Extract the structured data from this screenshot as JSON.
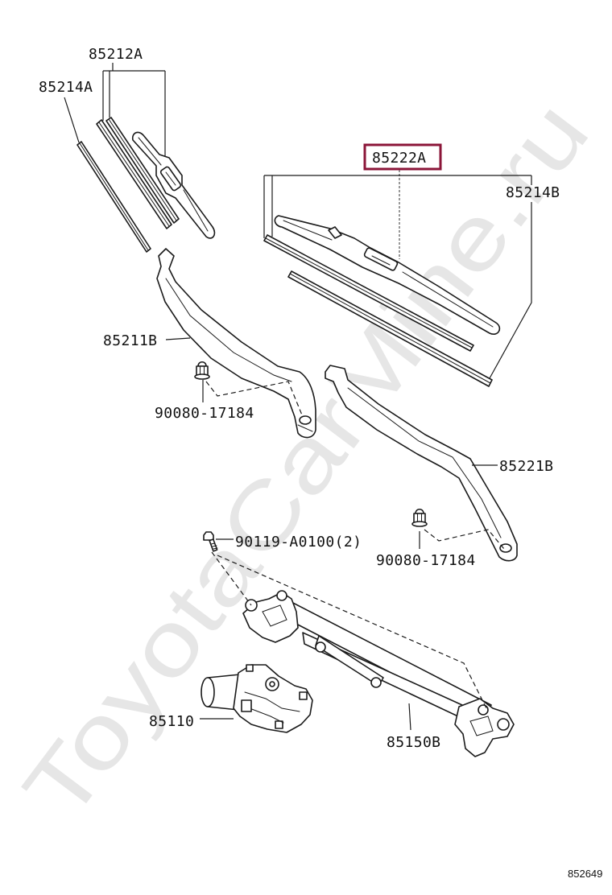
{
  "diagram": {
    "watermark": "ToyotaCarMine.ru",
    "figure_number": "852649",
    "colors": {
      "highlight": "#8b1538",
      "watermark": "#e6e6e6",
      "line": "#1a1a1a"
    },
    "callouts": [
      {
        "code": "85212A"
      },
      {
        "code": "85214A"
      },
      {
        "code": "85222A",
        "highlighted": true
      },
      {
        "code": "85214B"
      },
      {
        "code": "85211B"
      },
      {
        "code": "90080-17184"
      },
      {
        "code": "85221B"
      },
      {
        "code": "90119-A0100(2)"
      },
      {
        "code": "90080-17184"
      },
      {
        "code": "85110"
      },
      {
        "code": "85150B"
      }
    ]
  }
}
